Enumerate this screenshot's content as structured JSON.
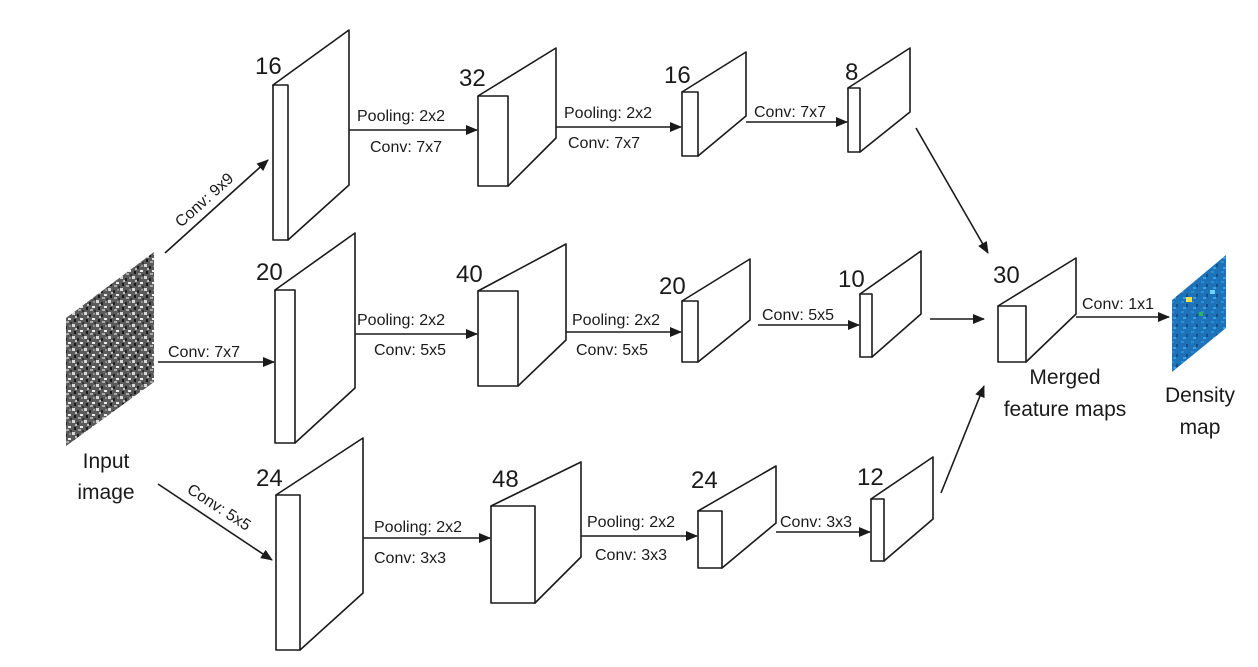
{
  "input": {
    "caption_line1": "Input",
    "caption_line2": "image"
  },
  "columns": {
    "top": {
      "feature_counts": [
        "16",
        "32",
        "16",
        "8"
      ],
      "edges": [
        {
          "line1": "Conv: 9x9"
        },
        {
          "line1": "Pooling: 2x2",
          "line2": "Conv: 7x7"
        },
        {
          "line1": "Pooling: 2x2",
          "line2": "Conv: 7x7"
        },
        {
          "line1": "Conv: 7x7"
        }
      ]
    },
    "middle": {
      "feature_counts": [
        "20",
        "40",
        "20",
        "10"
      ],
      "edges": [
        {
          "line1": "Conv: 7x7"
        },
        {
          "line1": "Pooling: 2x2",
          "line2": "Conv: 5x5"
        },
        {
          "line1": "Pooling: 2x2",
          "line2": "Conv: 5x5"
        },
        {
          "line1": "Conv: 5x5"
        }
      ]
    },
    "bottom": {
      "feature_counts": [
        "24",
        "48",
        "24",
        "12"
      ],
      "edges": [
        {
          "line1": "Conv: 5x5"
        },
        {
          "line1": "Pooling: 2x2",
          "line2": "Conv: 3x3"
        },
        {
          "line1": "Pooling: 2x2",
          "line2": "Conv: 3x3"
        },
        {
          "line1": "Conv: 3x3"
        }
      ]
    }
  },
  "merged": {
    "feature_count": "30",
    "caption_line1": "Merged",
    "caption_line2": "feature maps",
    "output_edge": "Conv: 1x1"
  },
  "output": {
    "caption_line1": "Density",
    "caption_line2": "map"
  },
  "colors": {
    "stroke": "#1a1a1a",
    "block_fill": "#ffffff",
    "density_base": "#1e73b8"
  }
}
